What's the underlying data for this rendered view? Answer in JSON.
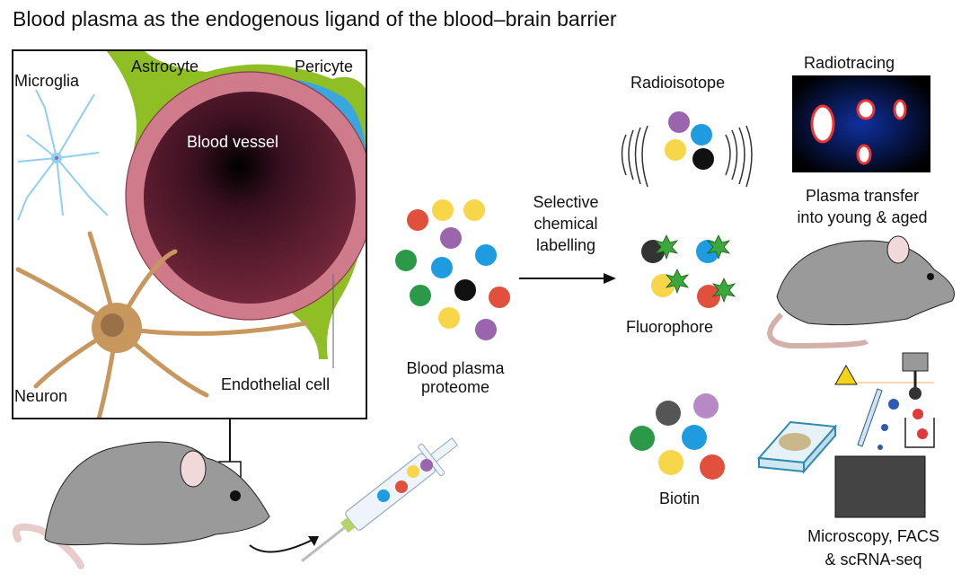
{
  "title": "Blood plasma as the endogenous ligand of the blood–brain barrier",
  "inset": {
    "labels": {
      "microglia": "Microglia",
      "astrocyte": "Astrocyte",
      "pericyte": "Pericyte",
      "blood_vessel": "Blood vessel",
      "endothelial_cell": "Endothelial cell",
      "neuron": "Neuron"
    }
  },
  "proteome": {
    "label_line1": "Blood plasma",
    "label_line2": "proteome"
  },
  "arrow": {
    "label_line1": "Selective",
    "label_line2": "chemical",
    "label_line3": "labelling"
  },
  "labels": {
    "radioisotope": "Radioisotope",
    "fluorophore": "Fluorophore",
    "biotin": "Biotin"
  },
  "readouts": {
    "radiotracing": "Radiotracing",
    "plasma_transfer_line1": "Plasma transfer",
    "plasma_transfer_line2": "into young & aged",
    "microscopy_line1": "Microscopy, FACS",
    "microscopy_line2": "& scRNA-seq"
  },
  "colors": {
    "red": "#e0503c",
    "yellow": "#f7d64a",
    "purple": "#9a65ad",
    "blue": "#1f9be0",
    "green": "#2a9a48",
    "black": "#111111",
    "astrocyte_green": "#8fbf25",
    "pericyte_blue": "#3aa6de",
    "endothelial_pink": "#cf7b8c",
    "lumen": "#5a1a2c",
    "neuron_tan": "#c8975e",
    "microglia_blue": "#8fd0f0",
    "mouse_gray": "#9a9a9a"
  }
}
